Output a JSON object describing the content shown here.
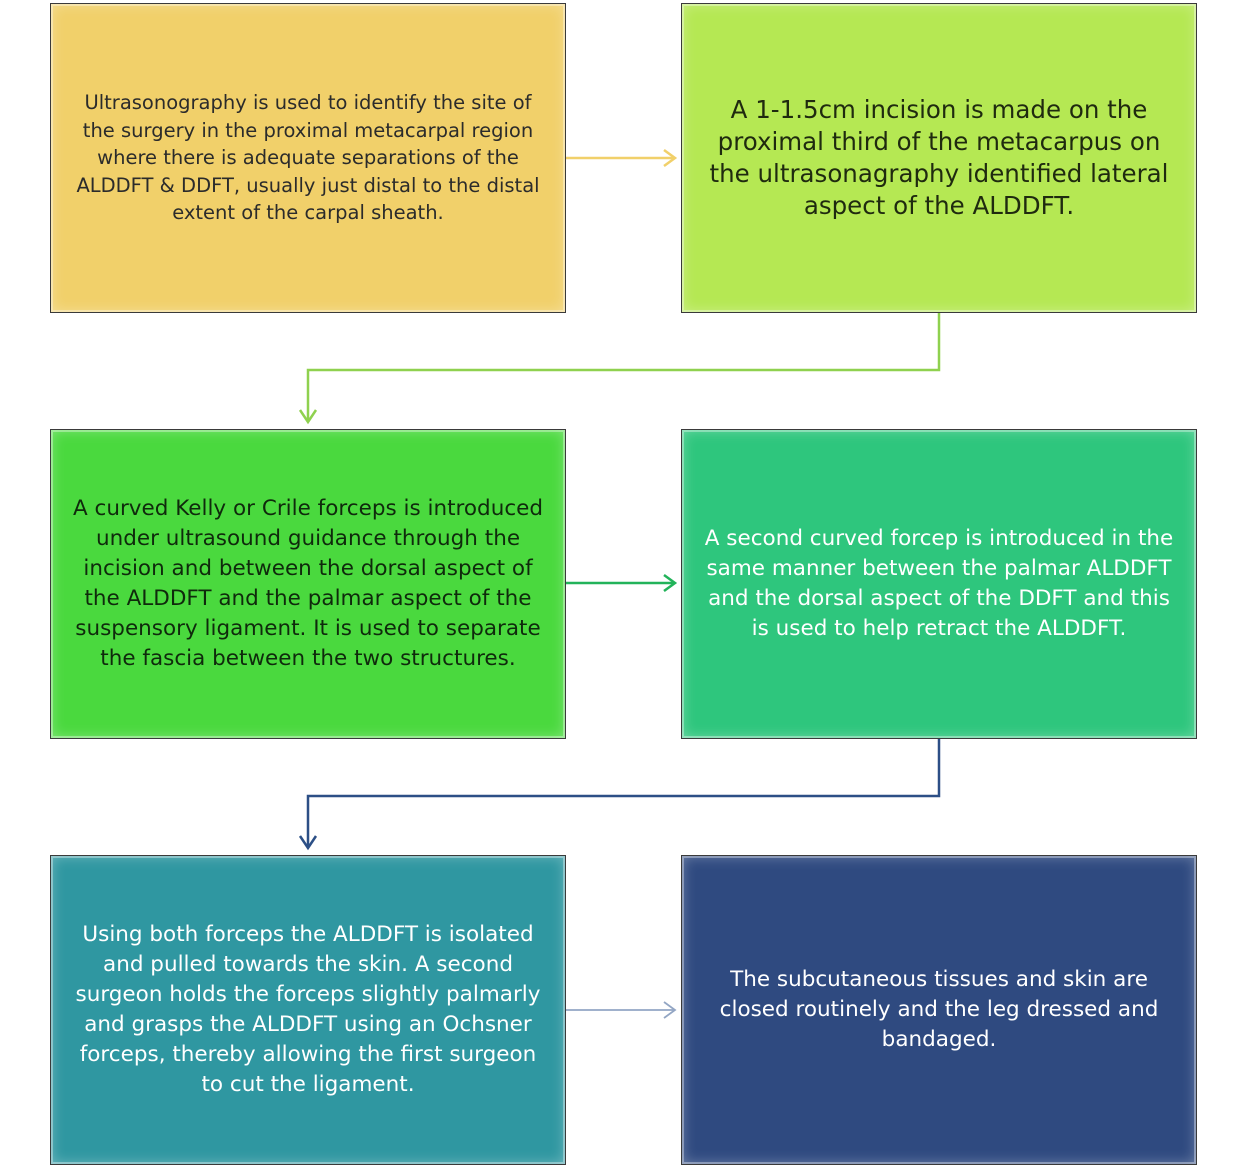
{
  "steps": [
    {
      "text": "Ultrasonography is used to identify the site of the surgery in the proximal metacarpal region where there is adequate separations of the ALDDFT & DDFT, usually just distal to the distal extent of the carpal sheath.",
      "color": "#f1d06a"
    },
    {
      "text": "A 1-1.5cm incision is made on the proximal third of the metacarpus on the ultrasonagraphy identified lateral aspect of the ALDDFT.",
      "color": "#b5e853"
    },
    {
      "text": "A curved Kelly or Crile forceps is introduced under ultrasound guidance through the incision and between the dorsal aspect of the ALDDFT and the palmar aspect of the suspensory ligament. It is used to separate the fascia between the two structures.",
      "color": "#4ad93e"
    },
    {
      "text": "A second curved forcep is introduced in the same manner between the palmar ALDDFT and the dorsal aspect of the DDFT and this is used to help retract the ALDDFT.",
      "color": "#2ec67d"
    },
    {
      "text": "Using both forceps the ALDDFT is isolated and pulled towards the skin. A second surgeon holds the forceps slightly palmarly and grasps the ALDDFT using an Ochsner forceps, thereby allowing the first surgeon to cut the ligament.",
      "color": "#2f97a1"
    },
    {
      "text": "The subcutaneous tissues and skin are closed routinely and the leg dressed and bandaged.",
      "color": "#2f4a80"
    }
  ],
  "connector_colors": {
    "step1_to_2": "#f1d06a",
    "step2_to_3": "#8fd14f",
    "step3_to_4": "#22b35a",
    "step4_to_5": "#2c4f86",
    "step5_to_6": "#93a6c4"
  }
}
